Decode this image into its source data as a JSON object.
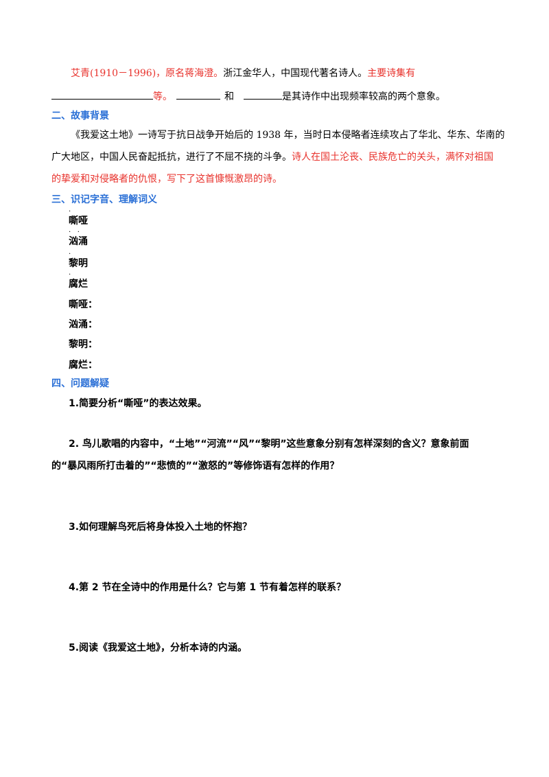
{
  "intro": {
    "red_a": "艾青(1910－1996)，原名蒋海澄。",
    "black_a": "浙江金华人，中国现代著名诗人。",
    "red_b": "主要诗集有",
    "line2_deng": "等。",
    "line2_he": "和",
    "line2_rest": "是其诗作中出现频率较高的两个意象。"
  },
  "section2": {
    "title": "二、故事背景",
    "p1": "《我爱这土地》一诗写于抗日战争开始后的 1938 年，当时日本侵略者连续攻占了华北、华东、华南的",
    "p2_black": "广大地区，中国人民奋起抵抗，进行了不屈不挠的斗争。",
    "p2_red": "诗人在国土沦丧、民族危亡的关头，满怀对祖国",
    "p3": "的挚爱和对侵略者的仇恨，写下了这首慷慨激昂的诗。"
  },
  "section3": {
    "title": "三、识记字音、理解词义",
    "pron_terms": [
      "嘶哑",
      "汹涌",
      "黎明",
      "腐烂"
    ],
    "meaning_terms": [
      "嘶哑：",
      "汹涌：",
      "黎明：",
      "腐烂："
    ]
  },
  "section4": {
    "title": "四、问题解疑",
    "q1": "1.简要分析“嘶哑”的表达效果。",
    "q2a": "2. 鸟儿歌唱的内容中，“土地”“河流”“风”“黎明”这些意象分别有怎样深刻的含义？意象前面",
    "q2b": "的“暴风雨所打击着的”“悲愤的”“激怒的”等修饰语有怎样的作用？",
    "q3": "3.如何理解鸟死后将身体投入土地的怀抱？",
    "q4": "4.第 2 节在全诗中的作用是什么？它与第 1 节有着怎样的联系？",
    "q5": "5.阅读《我爱这土地》，分析本诗的内涵。"
  }
}
